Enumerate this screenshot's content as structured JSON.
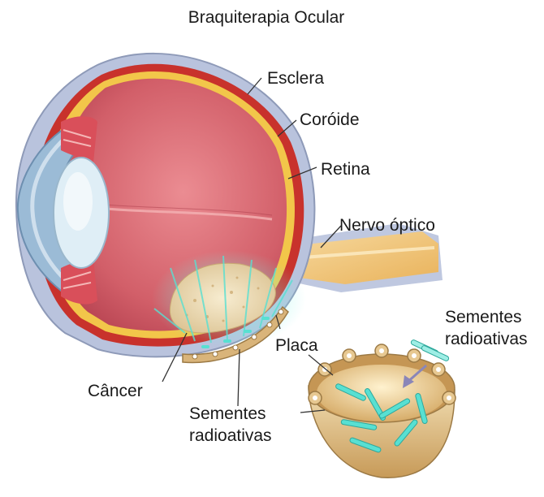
{
  "title": "Braquiterapia Ocular",
  "labels": {
    "sclera": "Esclera",
    "choroid": "Coróide",
    "retina": "Retina",
    "optic_nerve": "Nervo óptico",
    "plaque": "Placa",
    "cancer": "Câncer",
    "seeds_main_line1": "Sementes",
    "seeds_main_line2": "radioativas",
    "seeds_inset_line1": "Sementes",
    "seeds_inset_line2": "radioativas"
  },
  "colors": {
    "sclera": "#b9c3dd",
    "choroid": "#c8322c",
    "retina": "#f2c64a",
    "vitreous": "#d86a72",
    "lens": "#dfeef6",
    "cornea": "#9bbbd6",
    "nerve": "#f3c878",
    "tumor": "#efe0b8",
    "plaque": "#d9b47a",
    "seeds": "#58e0d2"
  }
}
